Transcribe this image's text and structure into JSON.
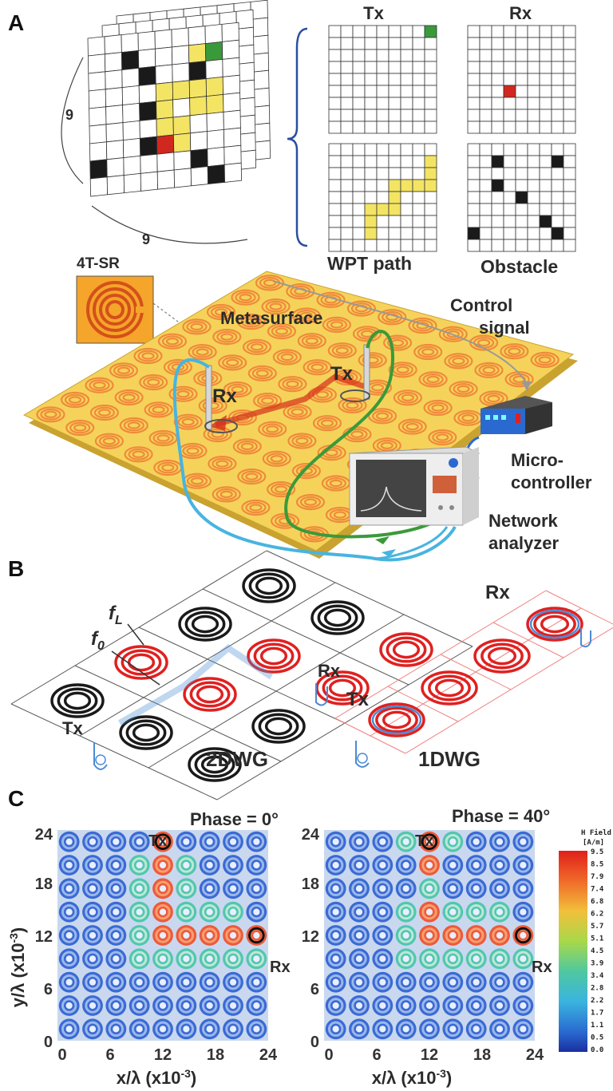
{
  "colors": {
    "grid_line": "#333333",
    "obstacle": "#1a1a1a",
    "path": "#f4e463",
    "tx_cell": "#3a9a3a",
    "rx_cell": "#d0281e",
    "metasurface": "#f5d35a",
    "ring": "#f08a3c",
    "cable_blue": "#48b4e0",
    "cable_green": "#3a9a3a",
    "bracket": "#2a4fa0",
    "wg_red": "#e02020",
    "wg_black": "#1a1a1a",
    "wg_blue": "#4b8bd4"
  },
  "panel_a": {
    "panel_label": "A",
    "stack_dim_vertical": "9",
    "stack_dim_horizontal": "9",
    "tx_label": "Tx",
    "rx_label": "Rx",
    "wpt_path_label": "WPT path",
    "obstacle_label": "Obstacle",
    "inset_label": "4T-SR",
    "metasurface_label": "Metasurface",
    "control_signal_label": [
      "Control",
      "signal"
    ],
    "microcontroller_label": [
      "Micro-",
      "controller"
    ],
    "network_analyzer_label": [
      "Network",
      "analyzer"
    ],
    "scene_rx_label": "Rx",
    "scene_tx_label": "Tx"
  },
  "panel_b": {
    "panel_label": "B",
    "f_low_label": "f",
    "f_low_sub": "L",
    "f_zero_label": "f",
    "f_zero_sub": "0",
    "rx_2d": "Rx",
    "tx_2d": "Tx",
    "name_2d": "2DWG",
    "rx_1d": "Rx",
    "tx_1d": "Tx",
    "name_1d": "1DWG"
  },
  "panel_c": {
    "panel_label": "C",
    "maps": [
      {
        "phase_label": "Phase = 0°",
        "tx_label": "Tx",
        "rx_label": "Rx",
        "ylabel": "y/λ (x10",
        "xlabel": "x/λ (x10",
        "exponent": "-3",
        "exponent_close": ")",
        "yticks": [
          "24",
          "18",
          "12",
          "6",
          "0"
        ],
        "xticks": [
          "0",
          "6",
          "12",
          "18",
          "24"
        ],
        "hot_cells": [
          [
            4,
            0
          ],
          [
            4,
            1
          ],
          [
            4,
            2
          ],
          [
            4,
            3
          ],
          [
            4,
            4
          ],
          [
            5,
            4
          ],
          [
            6,
            4
          ],
          [
            7,
            4
          ],
          [
            8,
            4
          ]
        ],
        "warm_cells": [
          [
            3,
            1
          ],
          [
            3,
            2
          ],
          [
            3,
            3
          ],
          [
            3,
            4
          ],
          [
            5,
            1
          ],
          [
            5,
            2
          ],
          [
            5,
            3
          ],
          [
            6,
            3
          ],
          [
            7,
            3
          ],
          [
            3,
            5
          ],
          [
            4,
            5
          ],
          [
            5,
            5
          ],
          [
            6,
            5
          ],
          [
            7,
            5
          ],
          [
            8,
            5
          ]
        ],
        "tx_cell": [
          4,
          0
        ],
        "rx_cell": [
          8,
          4
        ]
      },
      {
        "phase_label": "Phase = 40°",
        "tx_label": "Tx",
        "rx_label": "Rx",
        "ylabel": "y/λ (x10",
        "xlabel": "x/λ (x10",
        "exponent": "-3",
        "exponent_close": ")",
        "yticks": [
          "24",
          "18",
          "12",
          "6",
          "0"
        ],
        "xticks": [
          "0",
          "6",
          "12",
          "18",
          "24"
        ],
        "hot_cells": [
          [
            4,
            0
          ],
          [
            4,
            1
          ],
          [
            4,
            3
          ],
          [
            4,
            4
          ],
          [
            5,
            4
          ],
          [
            6,
            4
          ],
          [
            7,
            4
          ],
          [
            8,
            4
          ]
        ],
        "warm_cells": [
          [
            4,
            2
          ],
          [
            3,
            0
          ],
          [
            5,
            0
          ],
          [
            3,
            3
          ],
          [
            3,
            4
          ],
          [
            5,
            3
          ],
          [
            6,
            3
          ],
          [
            7,
            3
          ],
          [
            3,
            5
          ],
          [
            4,
            5
          ],
          [
            5,
            5
          ],
          [
            6,
            5
          ],
          [
            7,
            5
          ],
          [
            8,
            5
          ]
        ],
        "tx_cell": [
          4,
          0
        ],
        "rx_cell": [
          8,
          4
        ]
      }
    ],
    "colorbar": {
      "title_line1": "H Field",
      "title_line2": "[A/m]",
      "ticks": [
        "9.5",
        "8.5",
        "7.9",
        "7.4",
        "6.8",
        "6.2",
        "5.7",
        "5.1",
        "4.5",
        "3.9",
        "3.4",
        "2.8",
        "2.2",
        "1.7",
        "1.1",
        "0.5",
        "0.0"
      ]
    }
  }
}
